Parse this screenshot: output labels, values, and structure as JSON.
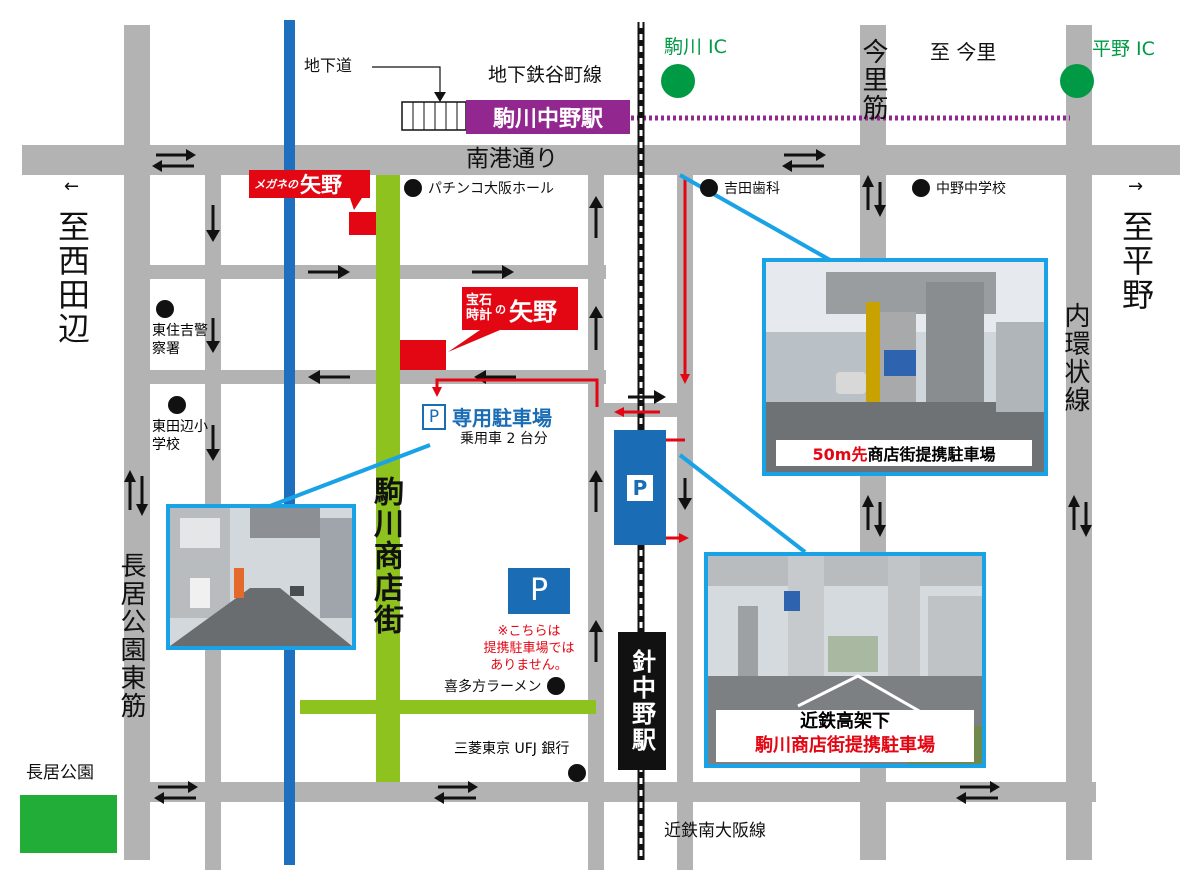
{
  "map": {
    "colors": {
      "road": "#b3b3b3",
      "river": "#1f6fbf",
      "shopping_street": "#8dc21f",
      "subway": "#92278f",
      "accent_red": "#e30613",
      "parking_blue": "#1a6cb5",
      "photo_border": "#1aa2e6",
      "park_green": "#22ac38",
      "ic_green": "#009944"
    },
    "station_komagawa": "駒川中野駅",
    "subway_line": "地下鉄谷町線",
    "underpass": "地下道",
    "station_harinakano": "針中野駅",
    "kintetsu_line": "近鉄南大阪線",
    "ic_komagawa": "駒川 IC",
    "ic_hirano": "平野 IC",
    "to_imazato": "至 今里",
    "imazato_suji": "今里筋",
    "nanko_dori": "南港通り",
    "to_nishitanabe_arrow": "←",
    "to_nishitanabe": "至西田辺",
    "to_hirano_arrow": "→",
    "to_hirano": "至平野",
    "naikanjo_sen": "内環状線",
    "nagai_koen_higashi_suji": "長居公園東筋",
    "nagai_koen": "長居公園",
    "komagawa_shotengai": "駒川商店街",
    "landmarks": {
      "pachinko": "パチンコ大阪ホール",
      "yoshida_shika": "吉田歯科",
      "nakano_chugakko": "中野中学校",
      "higashi_sumiyoshi_police": "東住吉警察署",
      "higashi_tanabe_school": "東田辺小学校",
      "kitakata_ramen": "喜多方ラーメン",
      "mufg": "三菱東京 UFJ 銀行"
    },
    "store_megane": {
      "prefix": "メガネの",
      "name": "矢野"
    },
    "store_jewelry": {
      "line1": "宝石",
      "line2": "時計",
      "mid": "の",
      "name": "矢野"
    },
    "parking_private": {
      "p": "P",
      "title": "専用駐車場",
      "sub": "乗用車 2 台分"
    },
    "parking_p": "P",
    "parking_notice": "※こちらは\n提携駐車場では\nありません。",
    "photo1_caption": {
      "distance": "50m先",
      "text": " 商店街提携駐車場"
    },
    "photo2_caption": {
      "line1": "近鉄高架下",
      "line2": "駒川商店街提携駐車場"
    }
  }
}
